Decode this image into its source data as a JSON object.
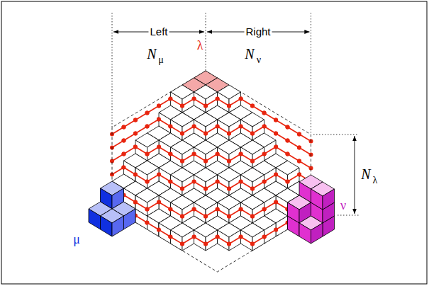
{
  "diagram": {
    "labels": [
      "Left",
      "Right",
      "N",
      "μ",
      "λ",
      "N",
      "ν",
      "N",
      "λ",
      "μ",
      "ν"
    ]
  }
}
